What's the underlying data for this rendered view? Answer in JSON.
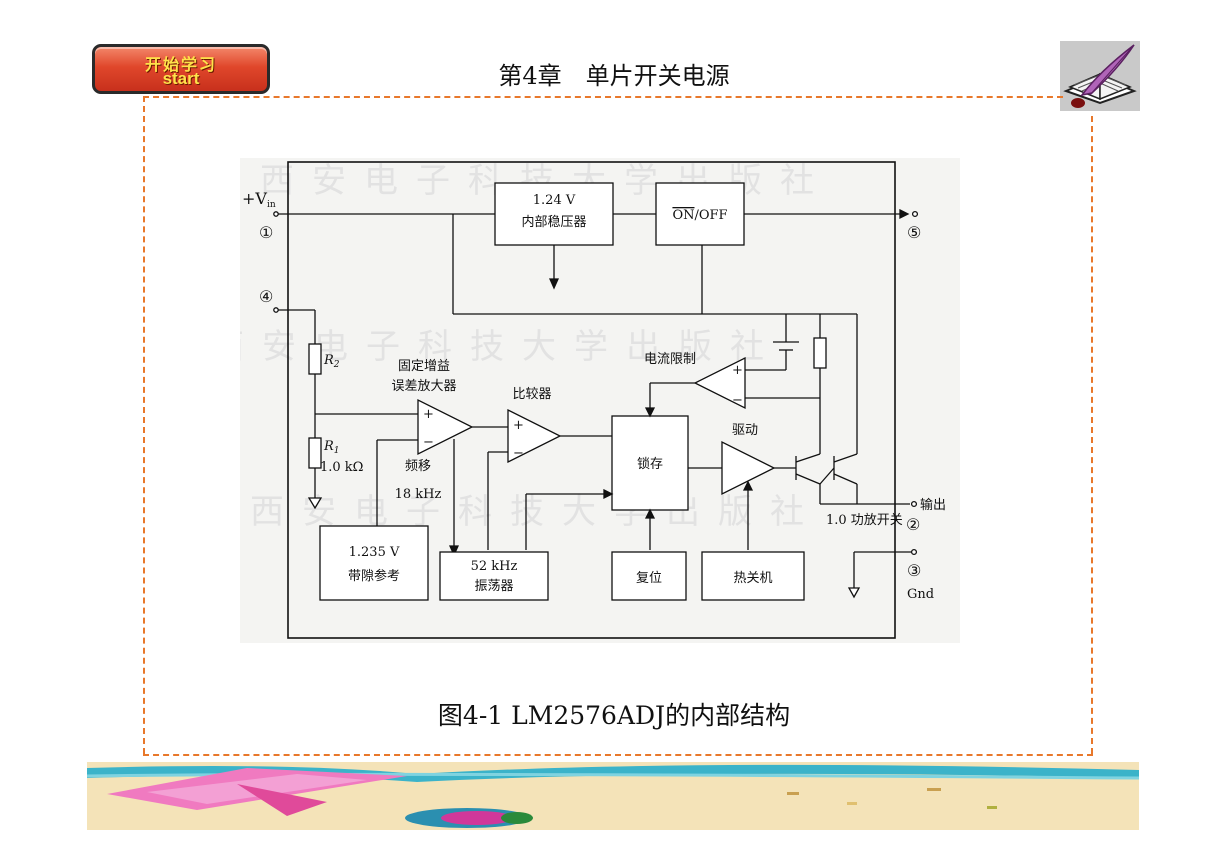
{
  "header": {
    "start_button_cn": "开始学习",
    "start_button_en": "start",
    "chapter_title": "第4章　单片开关电源"
  },
  "diagram": {
    "pins": {
      "vin": "+V",
      "vin_sub": "in",
      "pin1": "①",
      "pin2": "②",
      "pin3": "③",
      "pin4": "④",
      "pin5": "⑤"
    },
    "regulator": {
      "line1": "1.24 V",
      "line2": "内部稳压器"
    },
    "onoff": {
      "on": "ON",
      "rest": "/OFF"
    },
    "r2": {
      "letter": "R",
      "sub": "2"
    },
    "r1": {
      "letter": "R",
      "sub": "1",
      "value": "1.0 kΩ"
    },
    "error_amp": {
      "line1": "固定增益",
      "line2": "误差放大器"
    },
    "comparator": "比较器",
    "current_limit": "电流限制",
    "drive": "驱动",
    "latch": "锁存",
    "freq_shift": {
      "line1": "频移",
      "line2": "18 kHz"
    },
    "bandgap": {
      "line1": "1.235 V",
      "line2": "带隙参考"
    },
    "oscillator": {
      "line1": "52 kHz",
      "line2": "振荡器"
    },
    "reset": "复位",
    "thermal": "热关机",
    "output": "输出",
    "power_switch": "1.0 功放开关",
    "gnd": "Gnd",
    "plus": "+",
    "minus": "−",
    "watermark": "西安电子科技大学出版社"
  },
  "caption": "图4-1  LM2576ADJ的内部结构",
  "colors": {
    "frame_dash": "#e8782b",
    "start_button": "#e0472b",
    "start_text": "#ffe24a"
  }
}
